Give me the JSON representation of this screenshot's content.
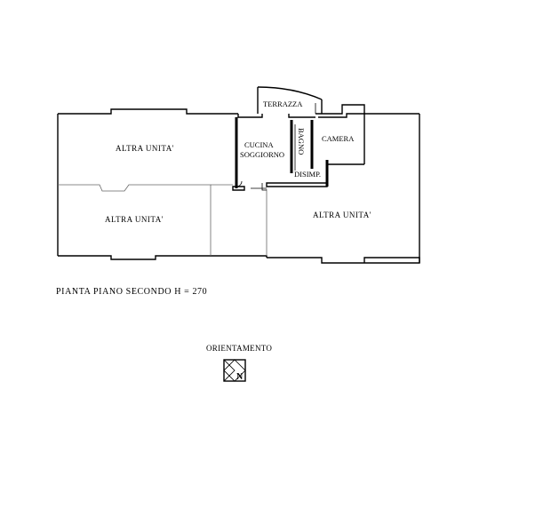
{
  "rooms": {
    "altra_unita_top_left": "ALTRA UNITA'",
    "altra_unita_bottom_left": "ALTRA  UNITA'",
    "altra_unita_right": "ALTRA  UNITA'",
    "terrazza": "TERRAZZA",
    "cucina": "CUCINA",
    "soggiorno": "SOGGIORNO",
    "bagno": "BAGNO",
    "camera": "CAMERA",
    "disimp": "DISIMP."
  },
  "caption": "PIANTA  PIANO  SECONDO   H = 270",
  "orientation": {
    "label": "ORIENTAMENTO",
    "north": "N",
    "icon": "compass-north-icon"
  }
}
